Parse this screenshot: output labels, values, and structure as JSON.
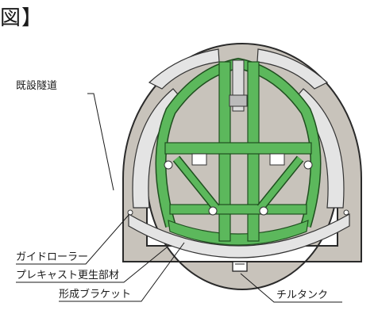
{
  "title_fragment": "図】",
  "labels": {
    "existing_tunnel": "既設隧道",
    "guide_roller": "ガイドローラー",
    "precast_segment": "プレキャスト更生部材",
    "forming_bracket": "形成ブラケット",
    "chain_tank": "チルタンク"
  },
  "colors": {
    "tunnel_fill": "#c8c3bb",
    "tunnel_stroke": "#2a2a2a",
    "segment_fill": "#e4e4e4",
    "frame_green": "#5cb85c",
    "frame_stroke": "#1f4f1f",
    "leader_line": "#1a1a1a"
  }
}
